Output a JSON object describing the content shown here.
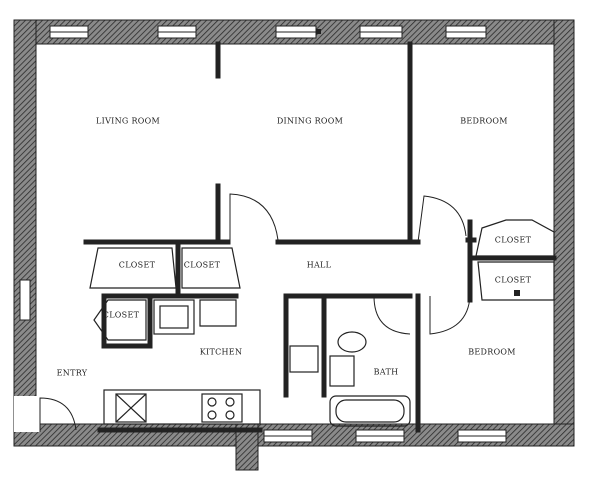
{
  "rooms": {
    "living_room": "LIVING ROOM",
    "dining_room": "DINING ROOM",
    "bedroom_1": "BEDROOM",
    "bedroom_2": "BEDROOM",
    "closet_1": "CLOSET",
    "closet_2": "CLOSET",
    "closet_3": "CLOSET",
    "closet_4": "CLOSET",
    "closet_5": "CLOSET",
    "hall": "HALL",
    "kitchen": "KITCHEN",
    "bath": "BATH",
    "entry": "ENTRY"
  },
  "colors": {
    "wall_fill": "#6e6e6e",
    "line": "#222222",
    "background": "#ffffff"
  }
}
